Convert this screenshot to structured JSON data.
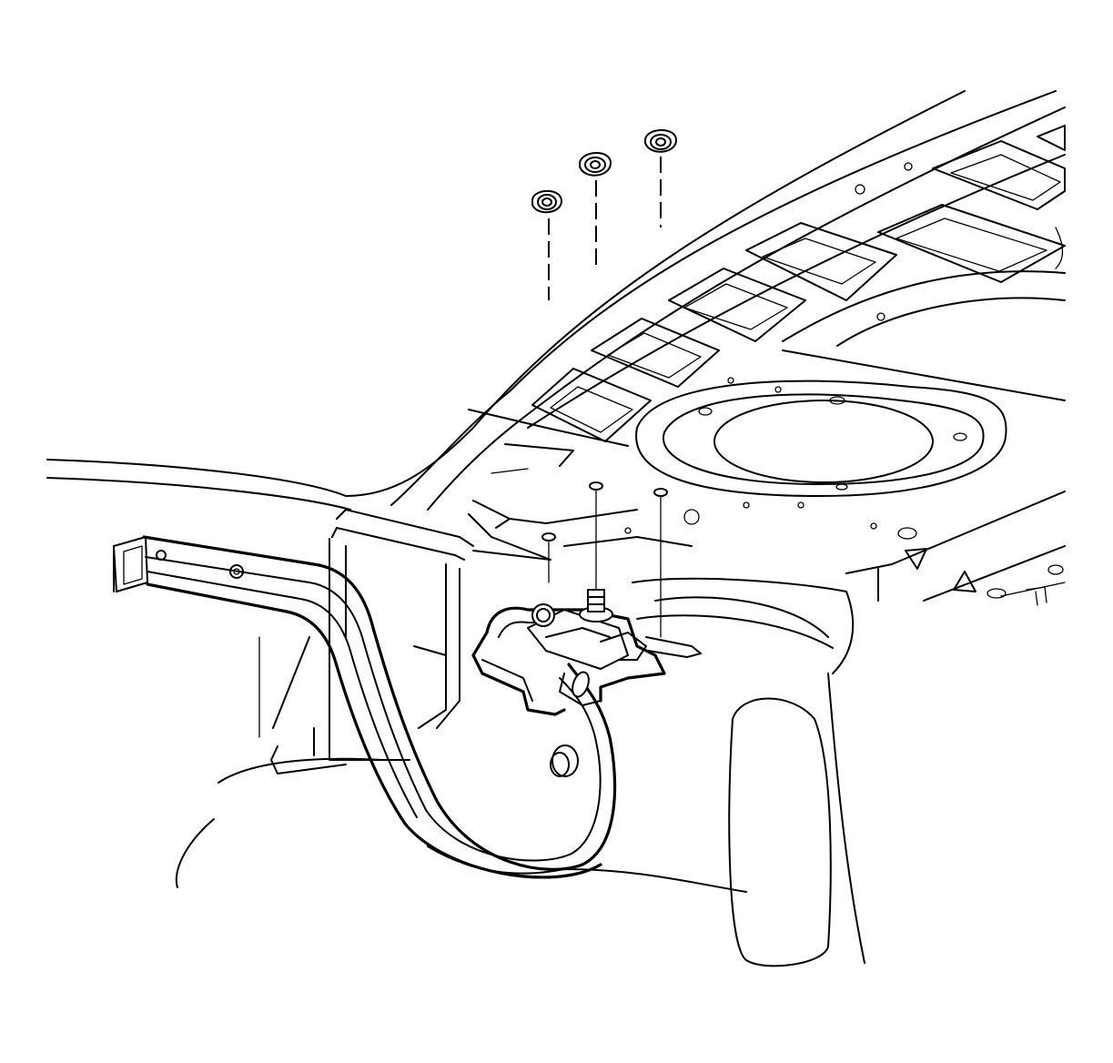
{
  "diagram": {
    "kind": "exploded-view line illustration",
    "colors": {
      "line": "#000000",
      "background": "#ffffff"
    },
    "fastener_count": 3,
    "stud_hole_count": 3
  }
}
